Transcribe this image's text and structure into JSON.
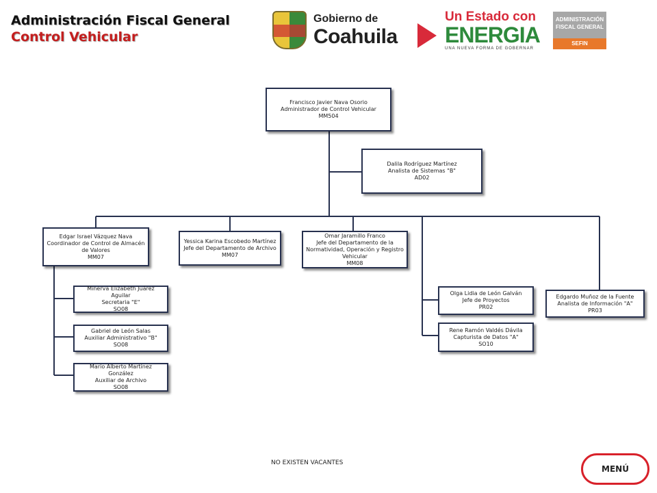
{
  "header": {
    "title_line1": "Administración Fiscal General",
    "title_line2": "Control Vehicular"
  },
  "logos": {
    "gobierno_line1": "Gobierno de",
    "gobierno_line2": "Coahuila",
    "estado_line1": "Un Estado con",
    "estado_line2": "ENERGIA",
    "estado_tagline": "UNA NUEVA FORMA DE GOBERNAR",
    "afg_line1": "ADMINISTRACIÓN",
    "afg_line2": "FISCAL GENERAL",
    "afg_sub": "SEFIN"
  },
  "org": {
    "director": {
      "name": "Francisco Javier Nava Osorio",
      "role": "Administrador de Control Vehicular",
      "code": "MM504"
    },
    "analista": {
      "name": "Dalila Rodríguez Martínez",
      "role": "Analista de Sistemas \"B\"",
      "code": "AD02"
    },
    "coord_almacen": {
      "name": "Edgar Israel Vázquez Nava",
      "role": "Coordinador de Control de Almacén de Valores",
      "code": "MM07"
    },
    "jefe_archivo": {
      "name": "Yessica Karina Escobedo Martínez",
      "role": "Jefe del Departamento de Archivo",
      "code": "MM07"
    },
    "jefe_normatividad": {
      "name": "Omar Jaramillo Franco",
      "role": "Jefe del Departamento de la Normatividad, Operación y Registro Vehicular",
      "code": "MM08"
    },
    "secretaria": {
      "name": "Minerva Elizabeth Juárez Aguilar",
      "role": "Secretaria \"E\"",
      "code": "SO08"
    },
    "auxiliar_admin": {
      "name": "Gabriel de León Salas",
      "role": "Auxiliar Administrativo \"B\"",
      "code": "SO08"
    },
    "auxiliar_archivo": {
      "name": "Mario Alberto Martínez González",
      "role": "Auxiliar de Archivo",
      "code": "SO08"
    },
    "jefe_proyectos": {
      "name": "Olga Lidia de León Galván",
      "role": "Jefe de Proyectos",
      "code": "PR02"
    },
    "capturista": {
      "name": "Rene Ramón Valdés Dávila",
      "role": "Capturista de Datos \"A\"",
      "code": "SO10"
    },
    "analista_info": {
      "name": "Edgardo Muñoz de la Fuente",
      "role": "Analista de Información \"A\"",
      "code": "PR03"
    }
  },
  "footer": {
    "vacancies": "NO EXISTEN VACANTES",
    "menu_label": "MENÚ"
  },
  "colors": {
    "accent_red": "#c41e1e",
    "box_border": "#26304e",
    "menu_border": "#d8212a"
  }
}
